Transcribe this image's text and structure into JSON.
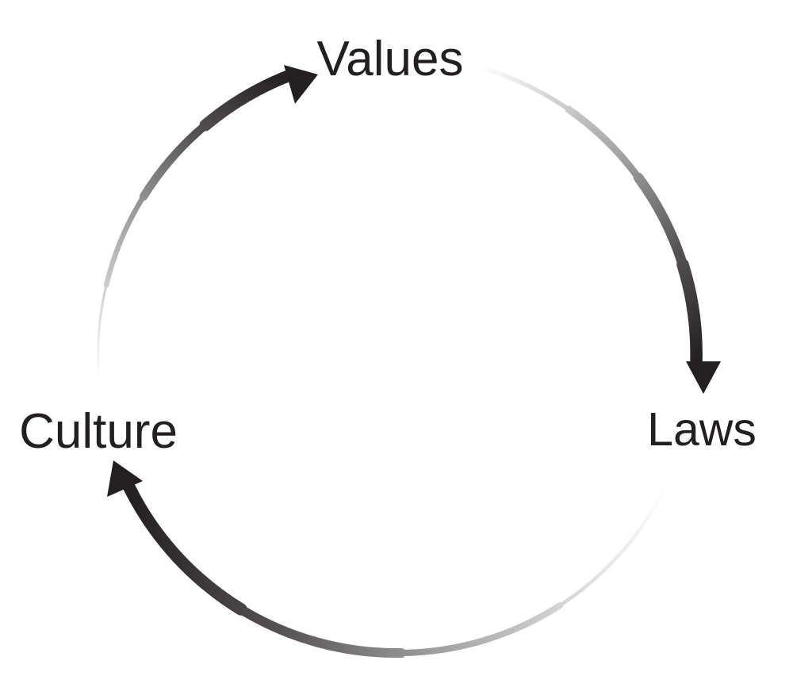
{
  "figure": {
    "type": "cycle-diagram",
    "direction": "clockwise",
    "colors": {
      "background": "#ffffff",
      "ink": "#231f20",
      "arrow_head": "#242021",
      "arc_fade_from": "#ffffff",
      "arc_fade_to": "#242021"
    },
    "nodes": [
      {
        "id": "values",
        "label": "Values",
        "position": "top"
      },
      {
        "id": "laws",
        "label": "Laws",
        "position": "right"
      },
      {
        "id": "culture",
        "label": "Culture",
        "position": "left"
      }
    ],
    "edges": [
      {
        "from": "culture",
        "to": "values",
        "style": "tapered-fading-arrow"
      },
      {
        "from": "values",
        "to": "laws",
        "style": "tapered-fading-arrow"
      },
      {
        "from": "laws",
        "to": "culture",
        "style": "tapered-fading-arrow"
      }
    ]
  }
}
